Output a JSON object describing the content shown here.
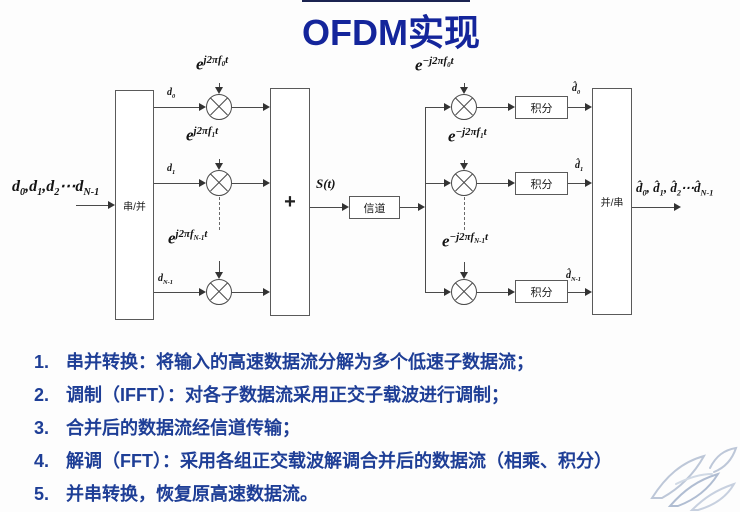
{
  "slide": {
    "title": "OFDM实现",
    "colors": {
      "title": "#14259b",
      "notes_text": "#1e3e96",
      "diagram_lines": "#4a4a4a",
      "watermark": "#97a8c4"
    }
  },
  "diagram": {
    "input_label": "d_{0},d_{1},d_{2}⋯d_{N-1}",
    "sp_box": "串/并",
    "sum_label": "+",
    "s_of_t": "S(t)",
    "channel_box": "信道",
    "integrator_box": "积分",
    "ps_box": "并/串",
    "output_label": "d̂_{0}, d̂_{1}, d̂_{2}⋯d̂_{N-1}",
    "branches": [
      {
        "d": "d_{0}",
        "exp_tx": "e^{j2πf_{0}t}",
        "exp_rx": "e^{−j2πf_{0}t}",
        "out": "d̂_{0}"
      },
      {
        "d": "d_{1}",
        "exp_tx": "e^{j2πf_{1}t}",
        "exp_rx": "e^{−j2πf_{1}t}",
        "out": "d̂_{1}"
      },
      {
        "d": "d_{N-1}",
        "exp_tx": "e^{j2πf_{N-1}t}",
        "exp_rx": "e^{−j2πf_{N-1}t}",
        "out": "d̂_{N-1}"
      }
    ]
  },
  "notes": [
    {
      "num": "1.",
      "text": "串并转换：将输入的高速数据流分解为多个低速子数据流；"
    },
    {
      "num": "2.",
      "text": "调制（IFFT）：对各子数据流采用正交子载波进行调制；"
    },
    {
      "num": "3.",
      "text": "合并后的数据流经信道传输；"
    },
    {
      "num": "4.",
      "text": "解调（FFT）：采用各组正交载波解调合并后的数据流（相乘、积分）"
    },
    {
      "num": "5.",
      "text": "并串转换，恢复原高速数据流。"
    }
  ]
}
